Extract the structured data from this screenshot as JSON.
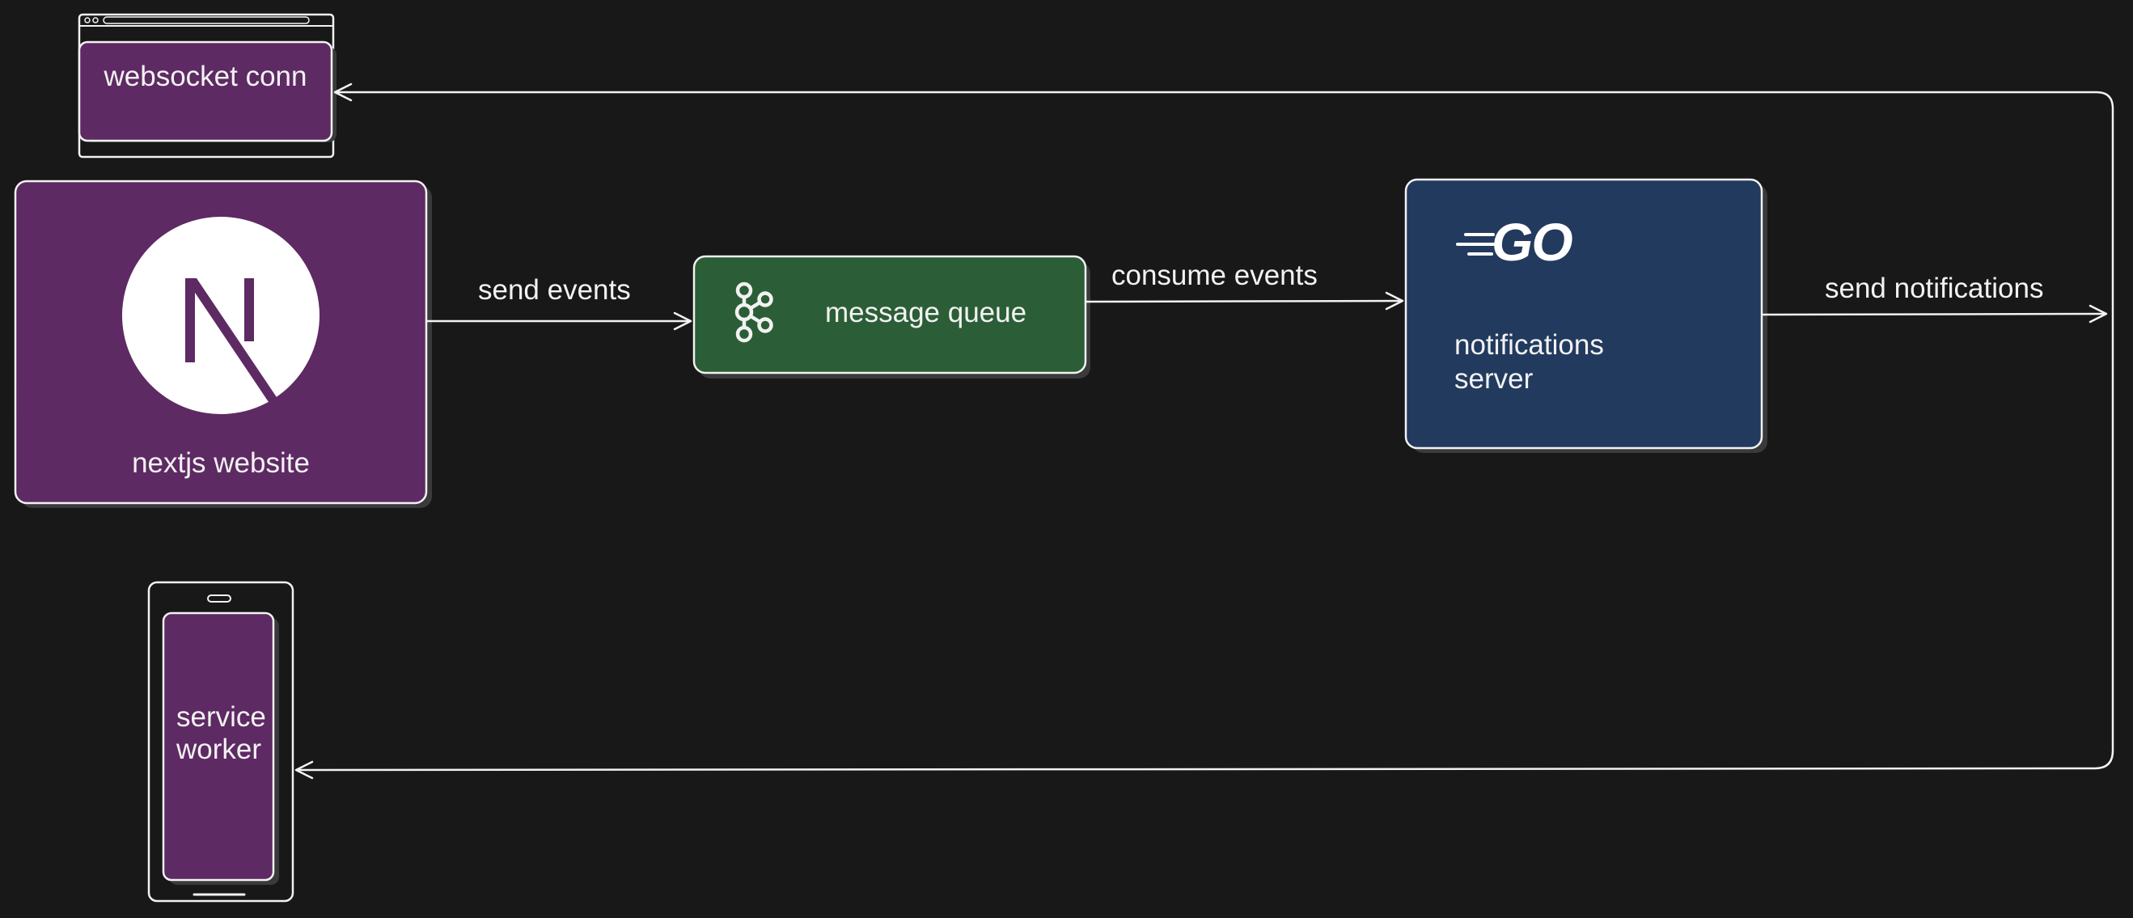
{
  "colors": {
    "background": "#181818",
    "stroke": "#f2f2f2",
    "purple": "#5e2a63",
    "green": "#2b5e36",
    "navy": "#223a5e",
    "shadow": "#3a3a3a",
    "white": "#ffffff"
  },
  "nodes": {
    "websocket": {
      "label": "websocket conn"
    },
    "nextjs": {
      "label": "nextjs website",
      "logo_letter": "N"
    },
    "queue": {
      "label": "message queue",
      "icon": "kafka-icon"
    },
    "server": {
      "label_line1": "notifications",
      "label_line2": "server",
      "logo_text": "GO"
    },
    "worker": {
      "label_line1": "service",
      "label_line2": "worker"
    }
  },
  "edges": {
    "send_events": "send events",
    "consume_events": "consume events",
    "send_notifications": "send notifications"
  }
}
